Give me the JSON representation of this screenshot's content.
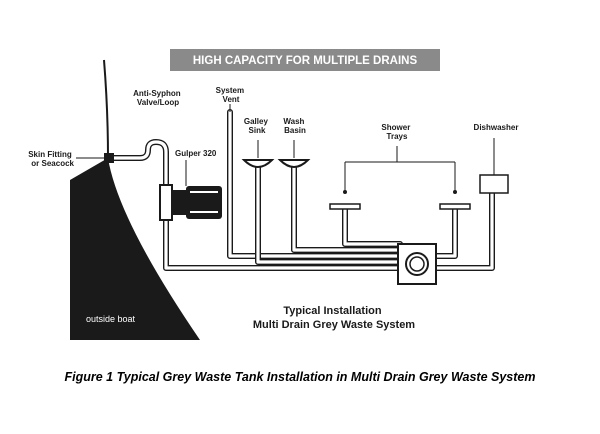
{
  "banner": {
    "text": "HIGH CAPACITY FOR MULTIPLE DRAINS",
    "bg": "#8a8a8a"
  },
  "labels": {
    "skin_fitting": [
      "Skin Fitting",
      "or Seacock"
    ],
    "anti_syphon": [
      "Anti-Syphon",
      "Valve/Loop"
    ],
    "system_vent": [
      "System",
      "Vent"
    ],
    "gulper": "Gulper 320",
    "galley_sink": [
      "Galley",
      "Sink"
    ],
    "wash_basin": [
      "Wash",
      "Basin"
    ],
    "shower_trays": [
      "Shower",
      "Trays"
    ],
    "dishwasher": "Dishwasher"
  },
  "hull_label": "outside boat",
  "installation": [
    "Typical Installation",
    "Multi Drain Grey Waste System"
  ],
  "caption": "Figure 1 Typical Grey Waste Tank Installation in Multi Drain Grey Waste System",
  "colors": {
    "ink": "#1a1a1a",
    "pipe_fill": "#ffffff",
    "hull": "#1a1a1a"
  }
}
